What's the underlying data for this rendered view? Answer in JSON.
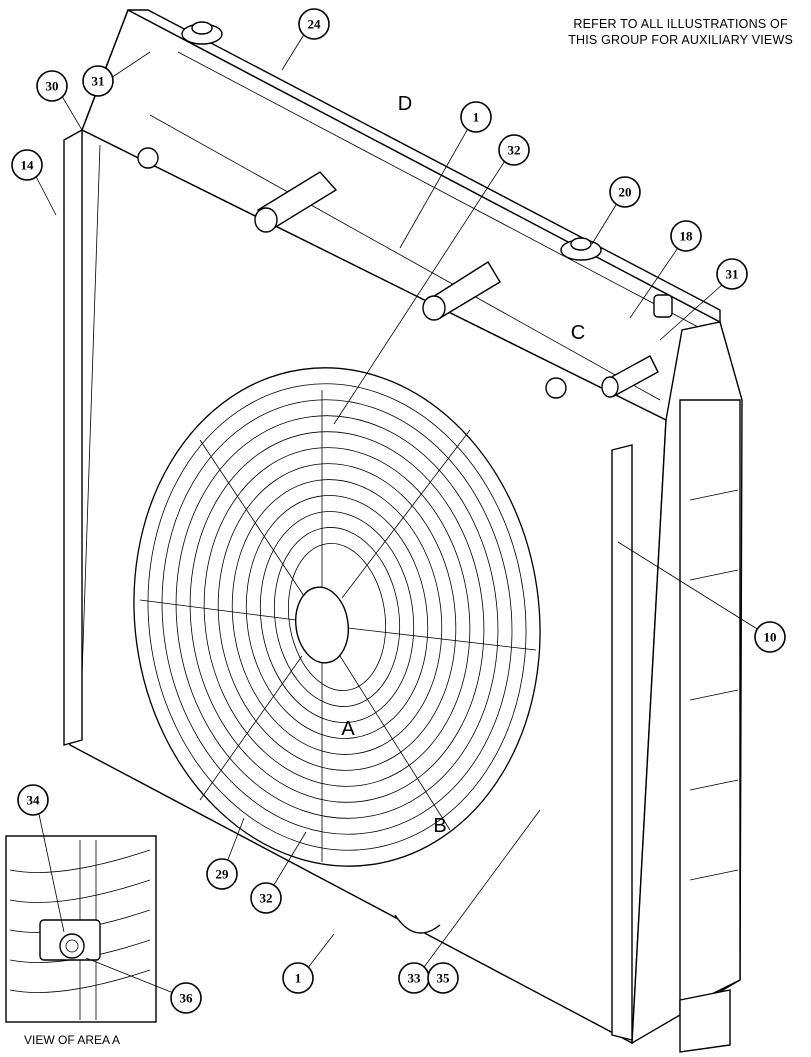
{
  "note": {
    "line1": "REFER TO ALL ILLUSTRATIONS OF",
    "line2": "THIS GROUP FOR AUXILIARY VIEWS"
  },
  "area_labels": [
    "D",
    "C",
    "A",
    "B"
  ],
  "inset_caption": "VIEW OF AREA  A",
  "callouts": [
    "24",
    "31",
    "30",
    "14",
    "1",
    "32",
    "20",
    "18",
    "31",
    "10",
    "29",
    "32",
    "1",
    "33",
    "35",
    "34",
    "36"
  ]
}
